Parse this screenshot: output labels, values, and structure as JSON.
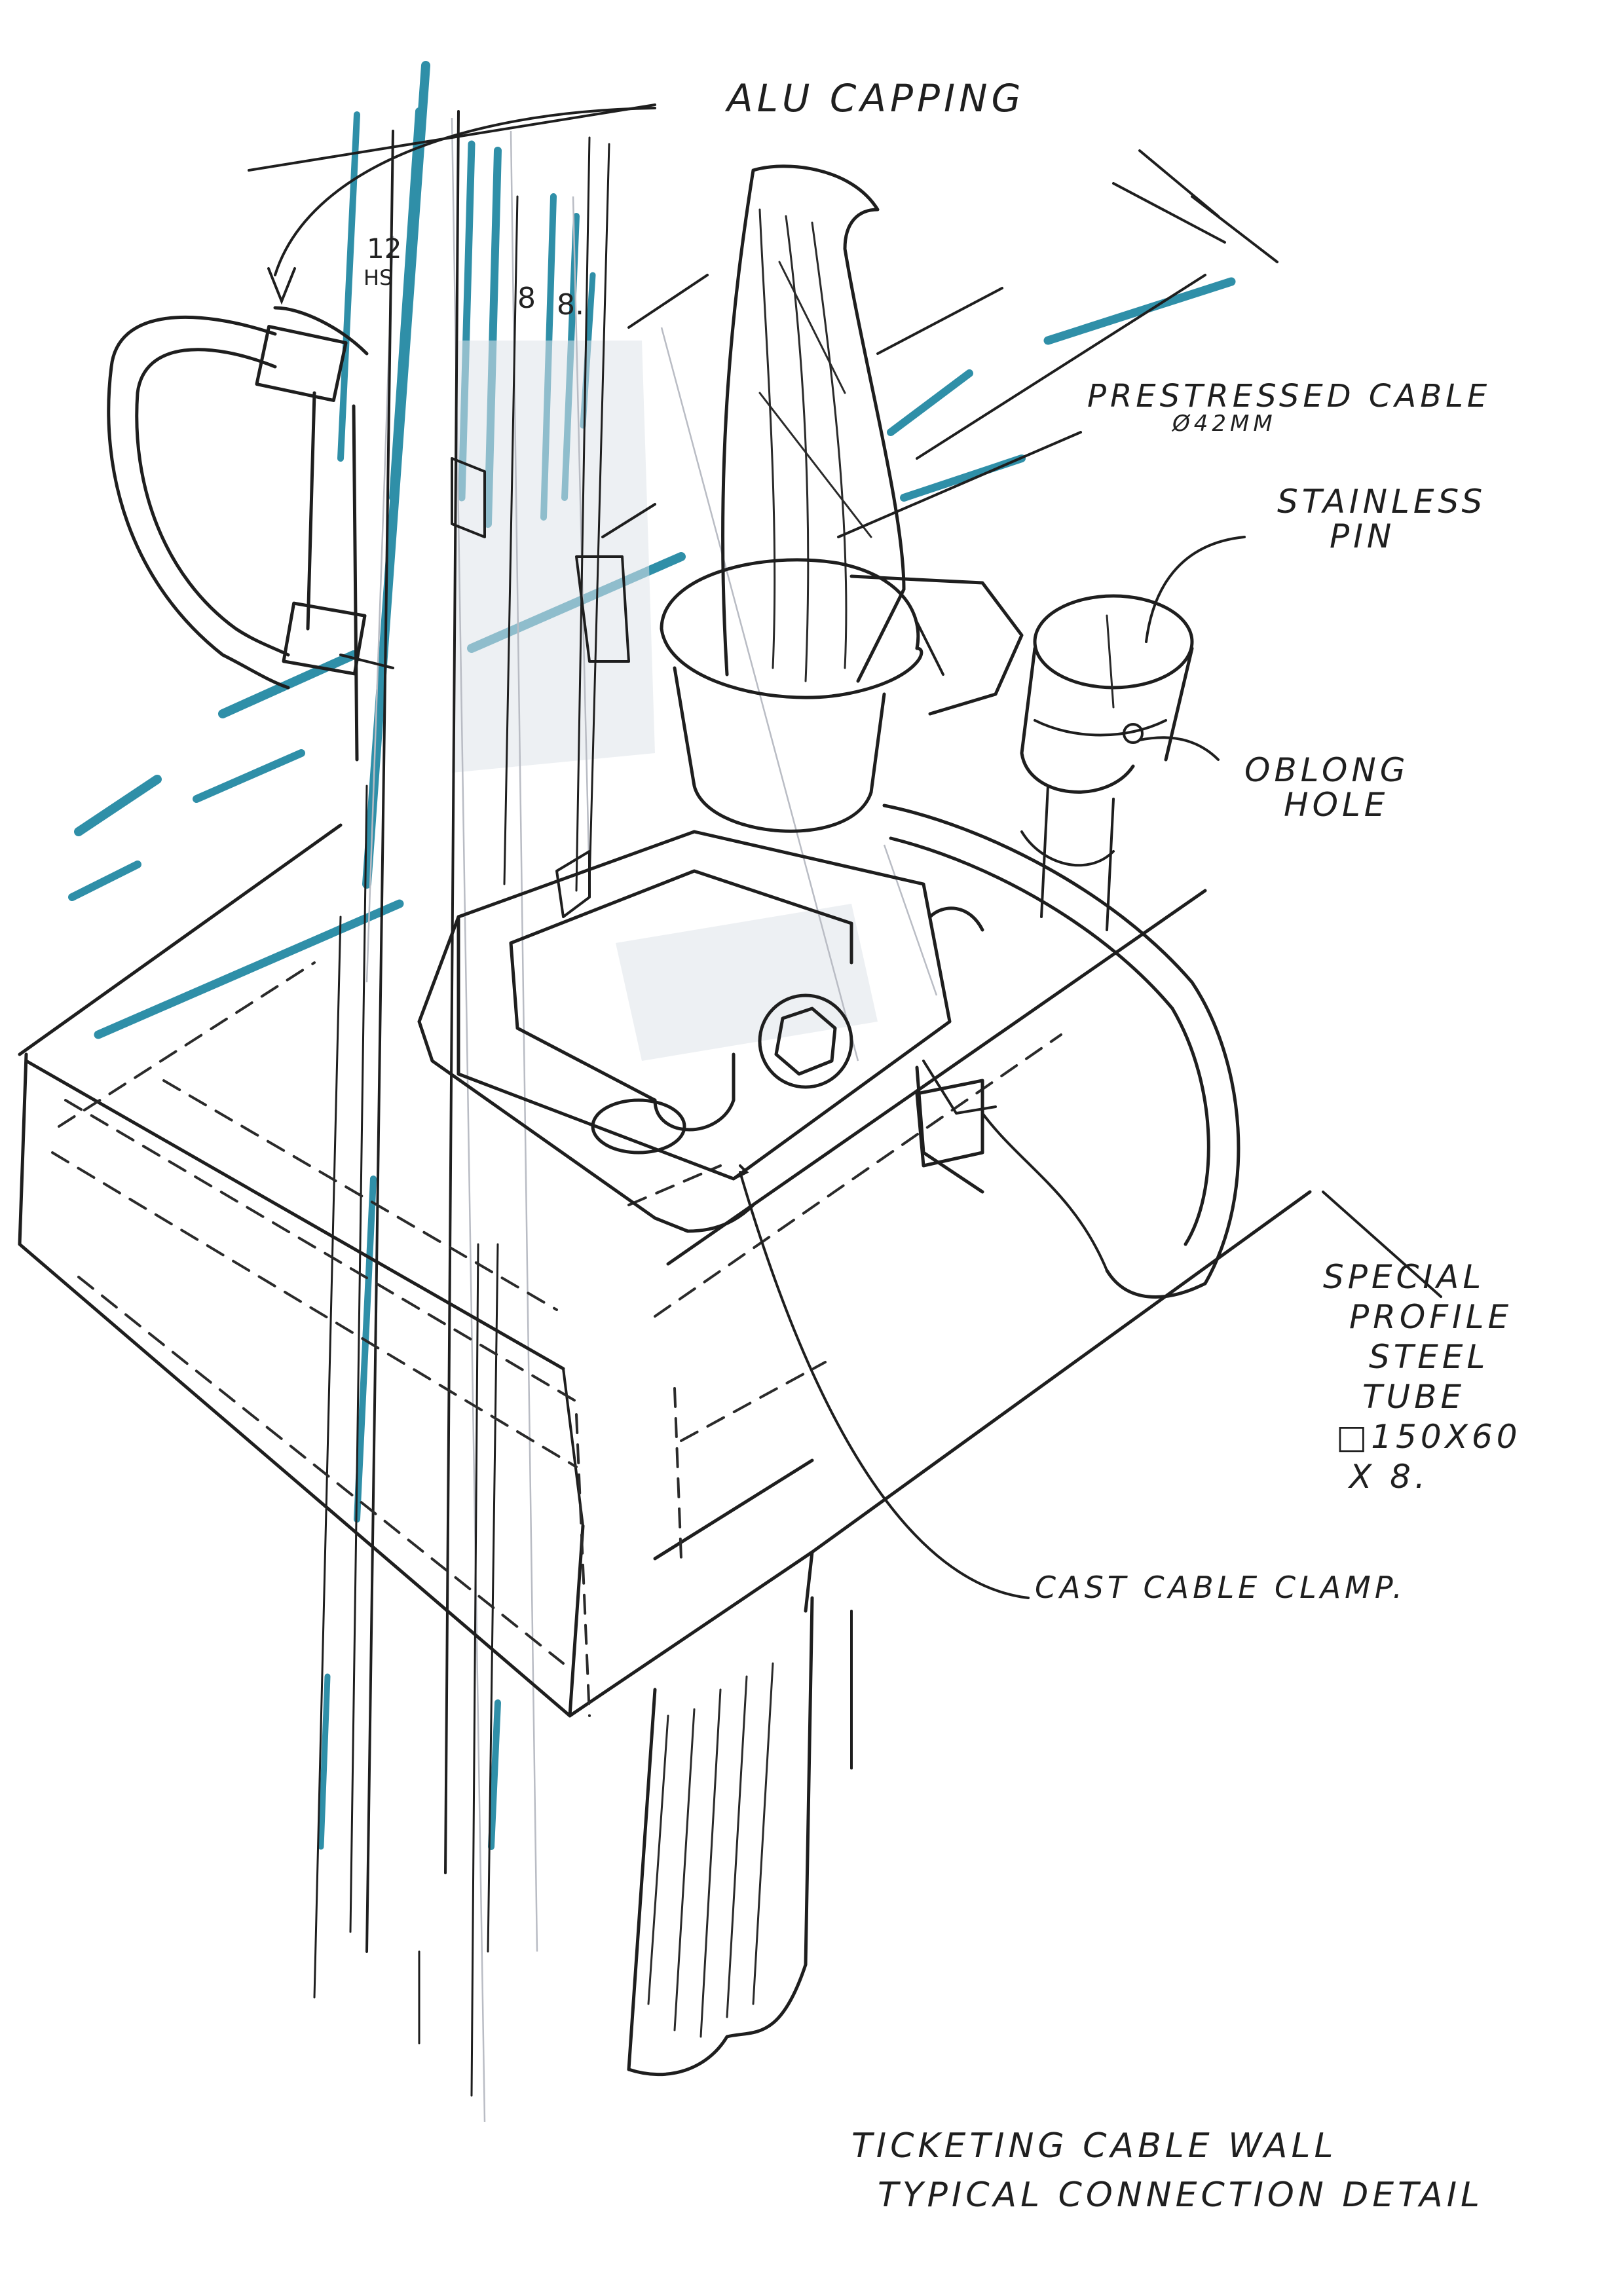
{
  "labels": {
    "alu_capping": "ALU CAPPING",
    "prestressed_cable_line1": "PRESTRESSED CABLE",
    "prestressed_cable_line2": "ø42mm",
    "stainless_pin_line1": "STAINLESS",
    "stainless_pin_line2": "PIN",
    "oblong_hole_line1": "OBLONG",
    "oblong_hole_line2": "HOLE",
    "steel_tube_line1": "SPECIAL",
    "steel_tube_line2": "PROFILE",
    "steel_tube_line3": "STEEL",
    "steel_tube_line4": "TUBE",
    "steel_tube_line5": "□150x60",
    "steel_tube_line6": "x 8.",
    "cast_clamp": "CAST CABLE CLAMP.",
    "title_line1": "TICKETING CABLE WALL",
    "title_line2": "TYPICAL CONNECTION DETAIL"
  },
  "dimensions": {
    "mullion_depth": "12",
    "mullion_sub": "HS",
    "fin_a": "8",
    "fin_b": "8."
  },
  "colors": {
    "ink": "#1e1e1e",
    "accent_marker": "#2f8fa8",
    "pencil": "#b9bcc4",
    "paper": "#ffffff"
  }
}
